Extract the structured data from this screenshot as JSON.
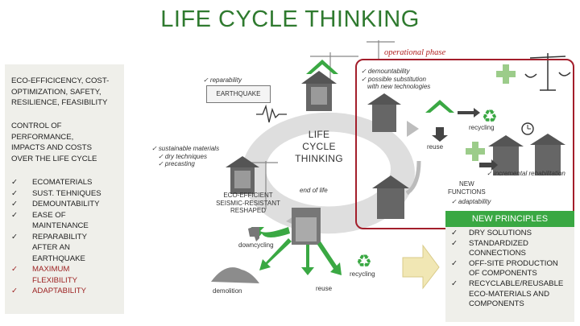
{
  "title": "LIFE CYCLE THINKING",
  "operational_phase": "operational phase",
  "left_panel": {
    "block1": [
      "ECO-EFFICICENCY, COST-",
      "OPTIMIZATION, SAFETY,",
      "RESILIENCE, FEASIBILITY"
    ],
    "block2": [
      "CONTROL OF",
      "PERFORMANCE,",
      "IMPACTS AND COSTS",
      "OVER THE LIFE CYCLE"
    ],
    "items": [
      {
        "lines": [
          "ECOMATERIALS"
        ],
        "red": false
      },
      {
        "lines": [
          "SUST. TEHNIQUES"
        ],
        "red": false
      },
      {
        "lines": [
          "DEMOUNTABILITY"
        ],
        "red": false
      },
      {
        "lines": [
          "EASE OF",
          "MAINTENANCE"
        ],
        "red": false
      },
      {
        "lines": [
          "REPARABILITY",
          "AFTER AN",
          "EARTHQUAKE"
        ],
        "red": false
      },
      {
        "lines": [
          "MAXIMUM",
          "FLEXIBILITY"
        ],
        "red": true
      },
      {
        "lines": [
          "ADAPTABILITY"
        ],
        "red": true
      }
    ]
  },
  "new_principles": {
    "heading": "NEW PRINCIPLES",
    "items": [
      {
        "lines": [
          "DRY SOLUTIONS"
        ]
      },
      {
        "lines": [
          "STANDARDIZED",
          "CONNECTIONS"
        ]
      },
      {
        "lines": [
          "OFF-SITE PRODUCTION",
          "OF COMPONENTS"
        ]
      },
      {
        "lines": [
          "RECYCLABLE/REUSABLE",
          "ECO-MATERIALS AND",
          "COMPONENTS"
        ]
      }
    ]
  },
  "diagram": {
    "center": [
      "LIFE",
      "CYCLE",
      "THINKING"
    ],
    "earthquake_box": "EARTHQUAKE",
    "reparability": "✓ reparability",
    "demountability": [
      "✓ demountability",
      "✓ possible substitution",
      "with new technologies"
    ],
    "sustainable": [
      "✓ sustainable materials",
      "✓ dry techniques",
      "✓ precasting"
    ],
    "eco_efficient": [
      "ECO-EFFICIENT",
      "SEISMIC-RESISTANT",
      "RESHAPED"
    ],
    "recycling_top": "recycling",
    "reuse_top": "reuse",
    "incremental": "✓ incremental rehabilitation",
    "new_functions": [
      "NEW",
      "FUNCTIONS"
    ],
    "adaptability": "✓ adaptability",
    "end_of_life": "end of life",
    "downcycling": "downcycling",
    "demolition": "demolition",
    "reuse_bottom": "reuse",
    "recycling_bottom": "recycling"
  },
  "colors": {
    "title": "#2f7a2f",
    "accent_red": "#a31e2b",
    "green": "#3aa843",
    "panel": "#efefea"
  }
}
